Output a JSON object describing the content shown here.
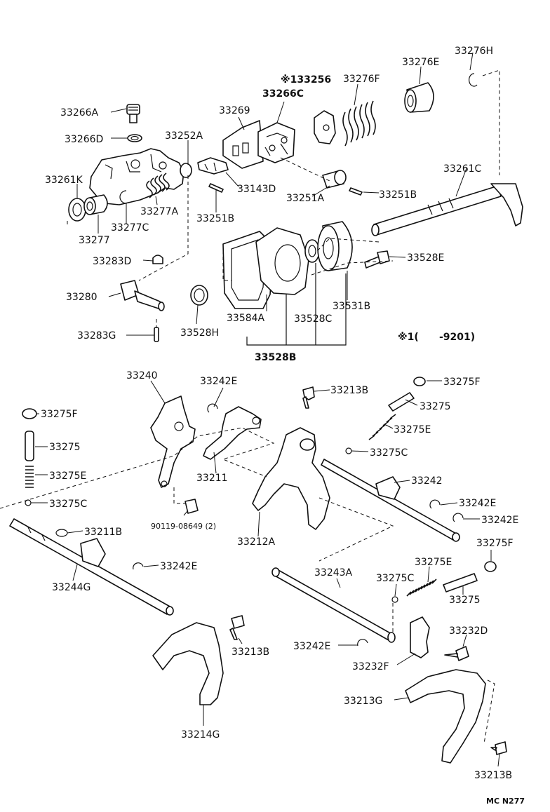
{
  "labels": {
    "p33266A": "33266A",
    "p33266D": "33266D",
    "p33252A": "33252A",
    "p33269": "33269",
    "p33256": "※133256",
    "p33266C": "33266C",
    "p33276F": "33276F",
    "p33276E": "33276E",
    "p33276H": "33276H",
    "p33261K": "33261K",
    "p33277A": "33277A",
    "p33143D": "33143D",
    "p33251A": "33251A",
    "p33251B_1": "33251B",
    "p33251B_2": "33251B",
    "p33261C": "33261C",
    "p33277C": "33277C",
    "p33277": "33277",
    "p33283D": "33283D",
    "p33528E": "33528E",
    "p33280": "33280",
    "p33531B": "33531B",
    "p33528H": "33528H",
    "p33584A": "33584A",
    "p33528C": "33528C",
    "p33283G": "33283G",
    "p33528B": "33528B",
    "note1": "※1(      -9201)",
    "p33240": "33240",
    "p33242E_1": "33242E",
    "p33213B_1": "33213B",
    "p33275F_1": "33275F",
    "p33275_1": "33275",
    "p33275F_2": "33275F",
    "p33275E_1": "33275E",
    "p33275_2": "33275",
    "p33275C_1": "33275C",
    "p33211": "33211",
    "p33242": "33242",
    "p33275E_2": "33275E",
    "p33242E_2": "33242E",
    "p33275C_2": "33275C",
    "p33242E_3": "33242E",
    "p90119": "90119-08649 (2)",
    "p33212A": "33212A",
    "p33211B": "33211B",
    "p33275F_3": "33275F",
    "p33242E_4": "33242E",
    "p33275E_3": "33275E",
    "p33244G": "33244G",
    "p33243A": "33243A",
    "p33275C_3": "33275C",
    "p33275_3": "33275",
    "p33232D": "33232D",
    "p33213B_2": "33213B",
    "p33242E_5": "33242E",
    "p33232F": "33232F",
    "p33213G": "33213G",
    "p33214G": "33214G",
    "p33213B_3": "33213B",
    "code": "MC N277"
  }
}
